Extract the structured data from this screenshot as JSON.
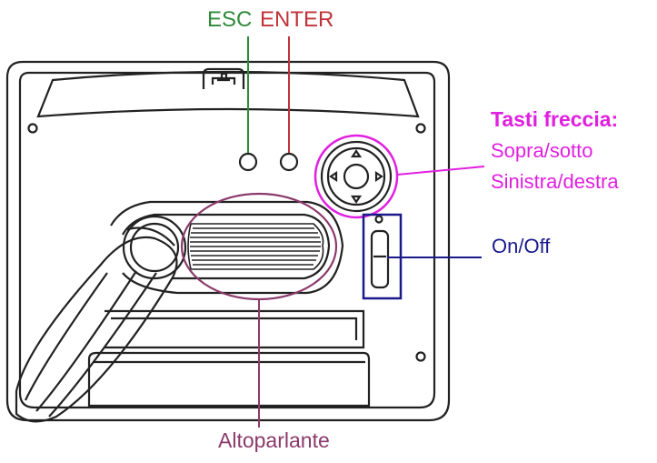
{
  "labels": {
    "esc": "ESC",
    "enter": "ENTER",
    "arrows_title": "Tasti freccia:",
    "arrows_line1": "Sopra/sotto",
    "arrows_line2": "Sinistra/destra",
    "onoff": "On/Off",
    "speaker": "Altoparlante"
  },
  "colors": {
    "esc": "#2e8b3a",
    "enter": "#c0333a",
    "arrows": "#e020e0",
    "onoff": "#1a1a8c",
    "speaker": "#8b3a6b",
    "outline": "#222222"
  },
  "icons": {
    "arrow_pad": "four-way-arrow-pad-icon",
    "tripod_tab": "stand-hook-icon"
  }
}
